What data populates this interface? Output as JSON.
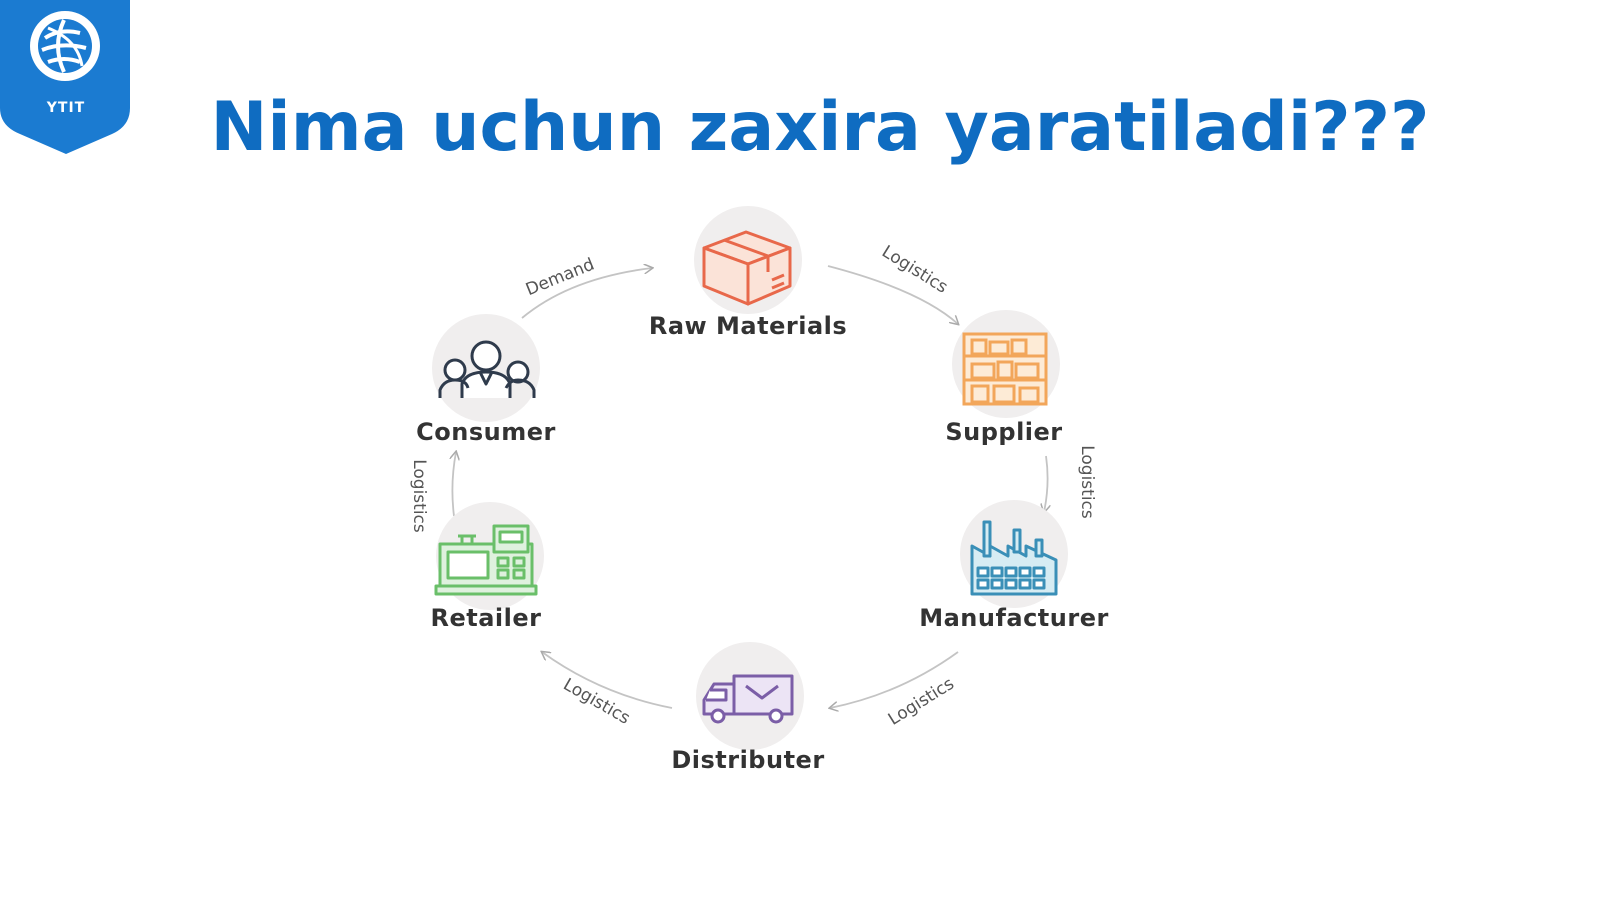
{
  "slide": {
    "title": "Nima uchun zaxira yaratiladi???",
    "logo_text": "YTIT"
  },
  "diagram": {
    "nodes": [
      {
        "id": "raw-materials",
        "label": "Raw Materials",
        "icon": "box-icon",
        "color": "#e8684a"
      },
      {
        "id": "supplier",
        "label": "Supplier",
        "icon": "warehouse-shelf-icon",
        "color": "#f2a65a"
      },
      {
        "id": "manufacturer",
        "label": "Manufacturer",
        "icon": "factory-icon",
        "color": "#3a8fb7"
      },
      {
        "id": "distributer",
        "label": "Distributer",
        "icon": "truck-icon",
        "color": "#7b5ea7"
      },
      {
        "id": "retailer",
        "label": "Retailer",
        "icon": "cash-register-icon",
        "color": "#6abf69"
      },
      {
        "id": "consumer",
        "label": "Consumer",
        "icon": "people-icon",
        "color": "#2f3b4c"
      }
    ],
    "edges": [
      {
        "from": "consumer",
        "to": "raw-materials",
        "label": "Demand"
      },
      {
        "from": "raw-materials",
        "to": "supplier",
        "label": "Logistics"
      },
      {
        "from": "supplier",
        "to": "manufacturer",
        "label": "Logistics"
      },
      {
        "from": "manufacturer",
        "to": "distributer",
        "label": "Logistics"
      },
      {
        "from": "distributer",
        "to": "retailer",
        "label": "Logistics"
      },
      {
        "from": "retailer",
        "to": "consumer",
        "label": "Logistics"
      }
    ]
  },
  "colors": {
    "title": "#0f6cc1",
    "logo_bg": "#1b7bd1",
    "node_circle": "#eeeeee",
    "arrow": "#bbbbbb",
    "label": "#333333"
  }
}
